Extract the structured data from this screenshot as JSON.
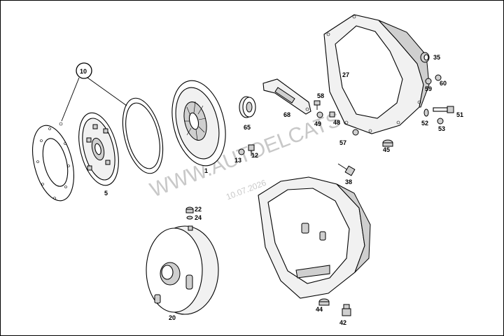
{
  "watermark": {
    "text": "WWW.AUTOELCATS.RU",
    "date": "10.07.2026"
  },
  "callouts": {
    "c1": "1",
    "c5": "5",
    "c10": "10",
    "c12": "12",
    "c13": "13",
    "c20": "20",
    "c22": "22",
    "c24": "24",
    "c27": "27",
    "c35": "35",
    "c38": "38",
    "c42": "42",
    "c44": "44",
    "c45": "45",
    "c48": "48",
    "c49": "49",
    "c51": "51",
    "c52": "52",
    "c53": "53",
    "c57": "57",
    "c58": "58",
    "c59": "59",
    "c60": "60",
    "c65": "65",
    "c68": "68"
  }
}
